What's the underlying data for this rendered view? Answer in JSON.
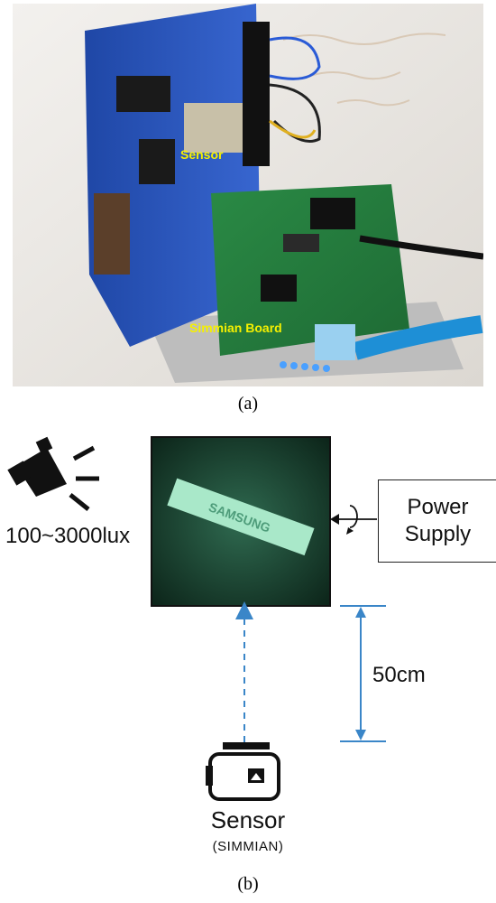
{
  "panel_a": {
    "caption": "(a)",
    "labels": {
      "sensor": "Sensor",
      "board": "Simmian Board"
    }
  },
  "panel_b": {
    "caption": "(b)",
    "illuminance": "100~3000lux",
    "display_text": "SAMSUNG",
    "power_supply": {
      "line1": "Power",
      "line2": "Supply"
    },
    "distance": "50cm",
    "sensor": {
      "label": "Sensor",
      "sublabel": "(SIMMIAN)"
    }
  },
  "colors": {
    "label_yellow": "#f5f000",
    "arrow_blue": "#3a86c8",
    "screen_dark": "#0f2a20",
    "screen_green": "#2f6a50",
    "board_blue": "#2b55b8",
    "pcb_green": "#2f8a4a"
  },
  "icons": [
    "spotlight-icon",
    "rotate-icon",
    "camera-sensor-icon"
  ]
}
